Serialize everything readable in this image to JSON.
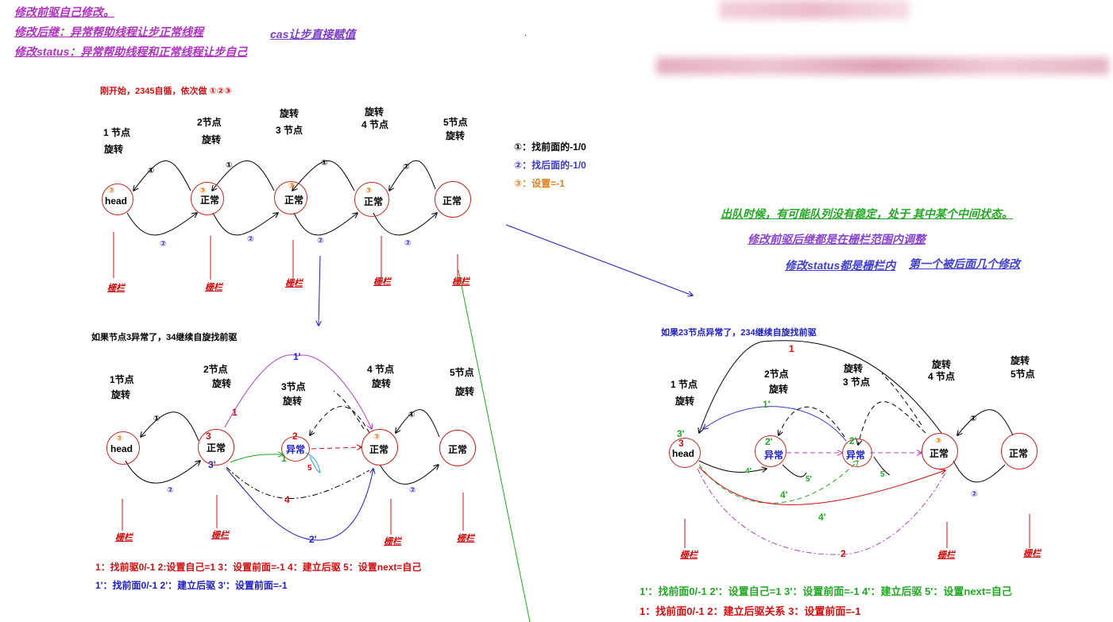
{
  "header": {
    "line1": "修改前驱自己修改。",
    "line2": "修改后继：异常帮助线程让步正常线程",
    "line3": "修改status：异常帮助线程和正常线程让步自己",
    "cas_note": "cas让步直接赋值"
  },
  "legend": {
    "item1": "①：找前面的-1/0",
    "item2": "②：找后面的-1/0",
    "item3": "③：设置=-1"
  },
  "diagram1": {
    "title": "刚开始，2345自循，依次做 ①②③",
    "node_head": "head",
    "node_normal": "正常",
    "label_n1": "1 节点",
    "label_n1_spin": "旋转",
    "label_n2": "2节点",
    "label_n2_spin": "旋转",
    "label_n3_spin": "旋转",
    "label_n3": "3 节点",
    "label_n4_spin": "旋转",
    "label_n4": "4 节点",
    "label_n5": "5节点",
    "label_n5_spin": "旋转",
    "fence": "栅栏"
  },
  "diagram2": {
    "title": "如果节点3异常了，34继续自旋找前驱",
    "node_head": "head",
    "node_normal": "正常",
    "node_abnormal": "异常",
    "label_n1": "1节点",
    "label_n1_spin": "旋转",
    "label_n2": "2节点",
    "label_n2_spin": "旋转",
    "label_n3": "3节点",
    "label_n3_spin": "旋转",
    "label_n4": "4 节点",
    "label_n4_spin": "旋转",
    "label_n5": "5节点",
    "label_n5_spin": "旋转",
    "fence": "栅栏",
    "steps_red": "1：找前驱0/-1   2:设置自己=1    3：设置前面=-1     4：建立后驱    5：设置next=自己",
    "steps_blue": "1'：找前面0/-1   2'：建立后驱      3'：设置前面=-1"
  },
  "diagram3": {
    "note1": "出队时候，有可能队列没有稳定，处于 其中某个中间状态。",
    "note2": "修改前驱后继都是在栅栏范围内调整",
    "note3a": "修改status都是栅栏内",
    "note3b": "第一个被后面几个修改",
    "title": "如果23节点异常了，234继续自旋找前驱",
    "node_head": "head",
    "node_normal": "正常",
    "node_abnormal": "异常",
    "label_n1": "1 节点",
    "label_n1_spin": "旋转",
    "label_n2": "2节点",
    "label_n2_spin": "旋转",
    "label_n3_spin": "旋转",
    "label_n3": "3 节点",
    "label_n4_spin": "旋转",
    "label_n4": "4 节点",
    "label_n5_spin": "旋转",
    "label_n5": "5节点",
    "fence": "栅栏",
    "steps_green": "1'：找前面0/-1    2'：设置自己=1   3'：设置前面=-1   4'：建立后驱      5'：设置next=自己",
    "steps_red": "1：找前面0/-1     2：建立后驱关系     3：设置前面=-1"
  },
  "marks": {
    "c1": "①",
    "c2": "②",
    "c3": "③",
    "one_p": "1'",
    "two_p": "2'",
    "three_p": "3'",
    "four_p": "4'",
    "five_p": "5'",
    "one": "1",
    "two": "2",
    "three": "3",
    "four": "4",
    "five": "5"
  },
  "colors": {
    "fence": "#d01010",
    "node_border": "#c0281e",
    "header_purple": "#b030c0",
    "green": "#22a822",
    "blue": "#2020c0"
  }
}
